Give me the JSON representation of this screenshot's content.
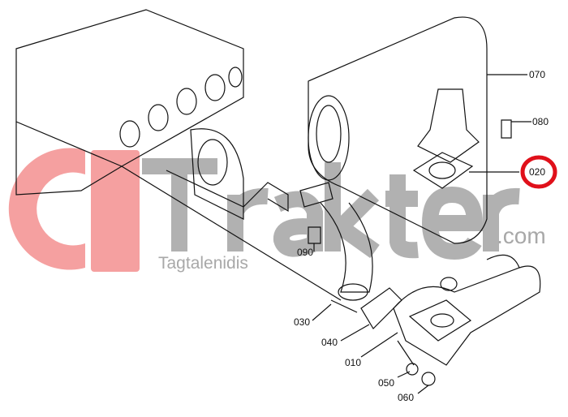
{
  "watermark": {
    "brand": "Trakter",
    "suffix": ".com",
    "tagline": "Tagtalenidis",
    "logo_color": "#f28a8a",
    "text_color": "#a8a8a8"
  },
  "highlight_color": "#e0101a",
  "parts": [
    {
      "id": "070",
      "label": "070"
    },
    {
      "id": "080",
      "label": "080"
    },
    {
      "id": "020",
      "label": "020",
      "highlighted": true
    },
    {
      "id": "090",
      "label": "090"
    },
    {
      "id": "030",
      "label": "030"
    },
    {
      "id": "040",
      "label": "040"
    },
    {
      "id": "010",
      "label": "010"
    },
    {
      "id": "050",
      "label": "050"
    },
    {
      "id": "060",
      "label": "060"
    }
  ]
}
